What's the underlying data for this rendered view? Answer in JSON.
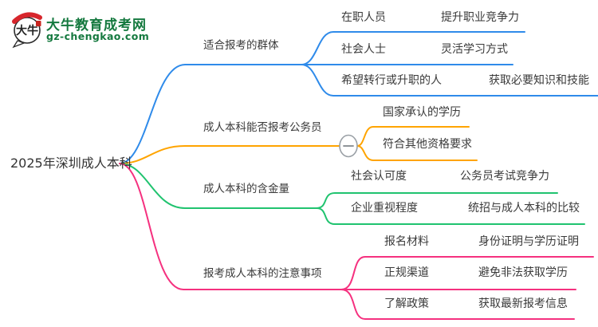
{
  "logo": {
    "title": "大牛教育成考网",
    "domain": "gz-chengkao.com",
    "icon_text": "大牛",
    "color": "#15793F"
  },
  "root": {
    "label": "2025年深圳成人本科"
  },
  "branches": [
    {
      "label": "适合报考的群体",
      "color": "#2F8BEA",
      "children": [
        {
          "label": "在职人员",
          "children": [
            {
              "label": "提升职业竞争力"
            }
          ]
        },
        {
          "label": "社会人士",
          "children": [
            {
              "label": "灵活学习方式"
            }
          ]
        },
        {
          "label": "希望转行或升职的人",
          "children": [
            {
              "label": "获取必要知识和技能"
            }
          ]
        }
      ]
    },
    {
      "label": "成人本科能否报考公务员",
      "color": "#FFA400",
      "collapse_icon": "minus",
      "children": [
        {
          "label": "国家承认的学历"
        },
        {
          "label": "符合其他资格要求"
        }
      ]
    },
    {
      "label": "成人本科的含金量",
      "color": "#20C36F",
      "children": [
        {
          "label": "社会认可度",
          "children": [
            {
              "label": "公务员考试竞争力"
            }
          ]
        },
        {
          "label": "企业重视程度",
          "children": [
            {
              "label": "统招与成人本科的比较"
            }
          ]
        }
      ]
    },
    {
      "label": "报考成人本科的注意事项",
      "color": "#F5317F",
      "children": [
        {
          "label": "报名材料",
          "children": [
            {
              "label": "身份证明与学历证明"
            }
          ]
        },
        {
          "label": "正规渠道",
          "children": [
            {
              "label": "避免非法获取学历"
            }
          ]
        },
        {
          "label": "了解政策",
          "children": [
            {
              "label": "获取最新报考信息"
            }
          ]
        }
      ]
    }
  ]
}
